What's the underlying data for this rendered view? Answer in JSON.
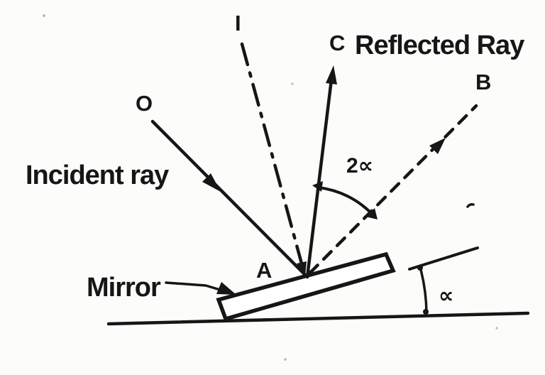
{
  "figure": {
    "type": "physics-ray-diagram",
    "labels": {
      "incident_ray": "Incident ray",
      "reflected_ray": "Reflected Ray",
      "mirror": "Mirror",
      "point_o": "O",
      "point_i": "I",
      "point_c": "C",
      "point_b": "B",
      "point_a": "A",
      "angle_two_alpha": "2∝",
      "angle_alpha": "∝"
    },
    "colors": {
      "ink": "#161616",
      "paper": "#fcfcfb"
    }
  }
}
